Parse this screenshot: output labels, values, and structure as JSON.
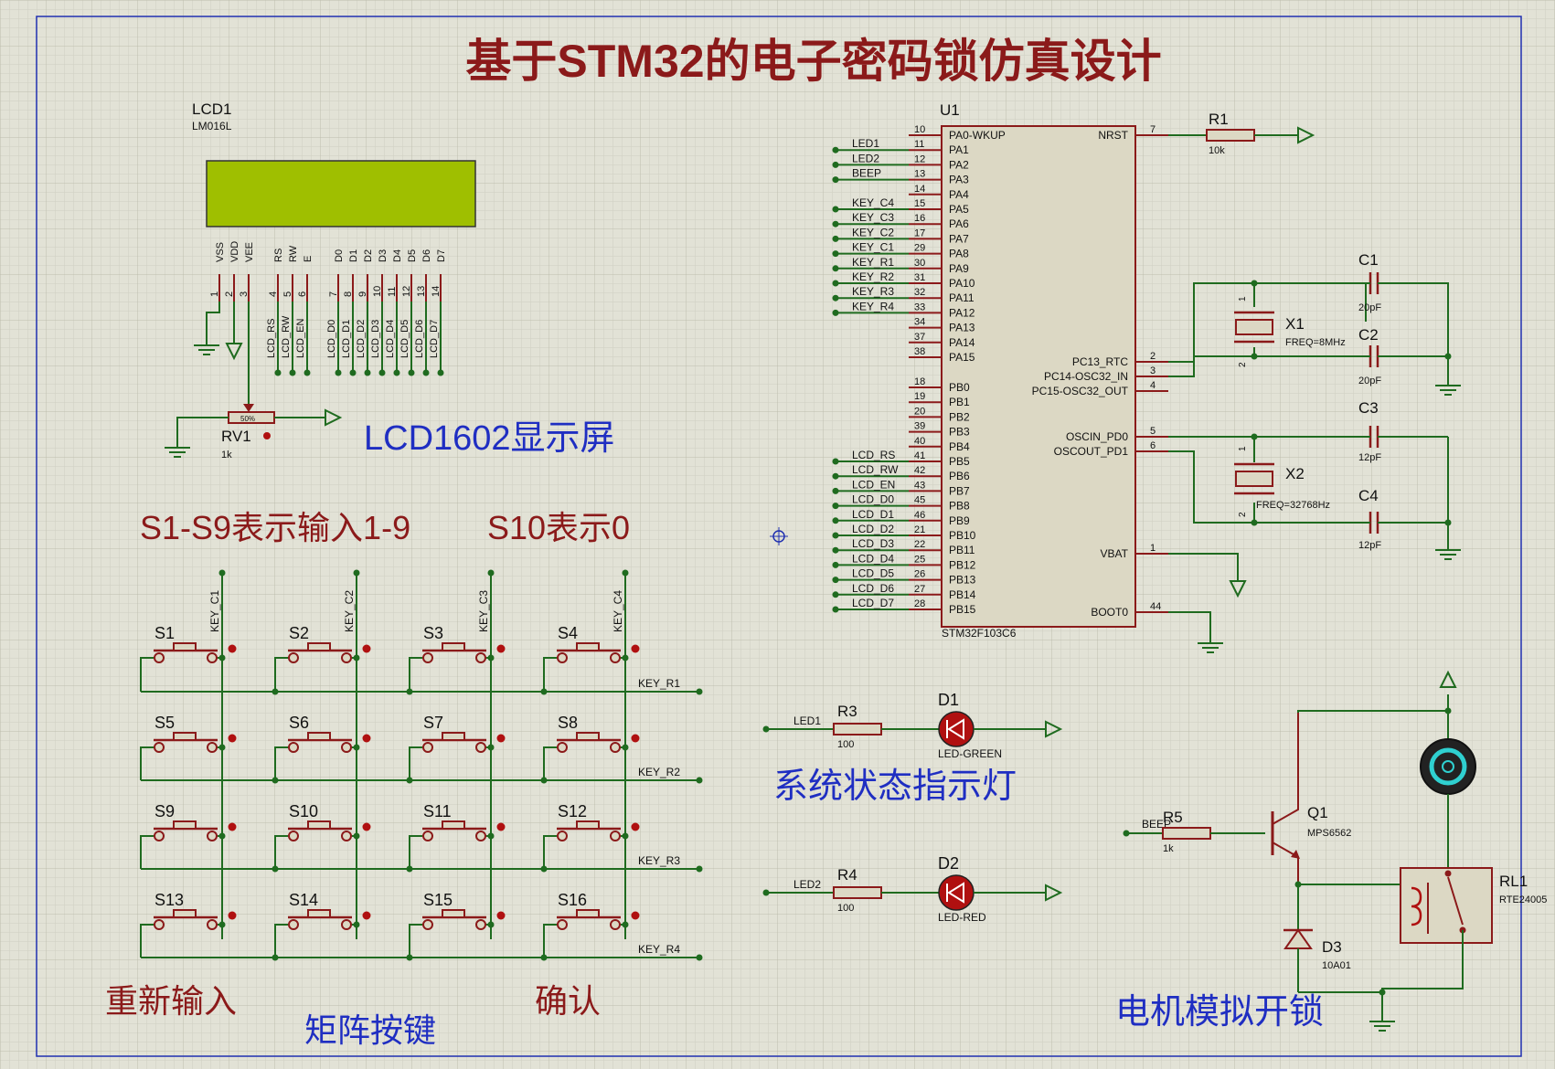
{
  "title": "基于STM32的电子密码锁仿真设计",
  "captions": {
    "lcd": "LCD1602显示屏",
    "keys_input": "S1-S9表示输入1-9",
    "key_zero": "S10表示0",
    "reinput": "重新输入",
    "matrix": "矩阵按键",
    "confirm": "确认",
    "status": "系统状态指示灯",
    "motor": "电机模拟开锁"
  },
  "lcd": {
    "ref": "LCD1",
    "model": "LM016L",
    "pin_names": [
      "VSS",
      "VDD",
      "VEE",
      "RS",
      "RW",
      "E",
      "D0",
      "D1",
      "D2",
      "D3",
      "D4",
      "D5",
      "D6",
      "D7"
    ],
    "pin_numbers": [
      "1",
      "2",
      "3",
      "4",
      "5",
      "6",
      "7",
      "8",
      "9",
      "10",
      "11",
      "12",
      "13",
      "14"
    ],
    "net_labels": [
      "LCD_RS",
      "LCD_RW",
      "LCD_EN",
      "LCD_D0",
      "LCD_D1",
      "LCD_D2",
      "LCD_D3",
      "LCD_D4",
      "LCD_D5",
      "LCD_D6",
      "LCD_D7"
    ]
  },
  "rv1": {
    "ref": "RV1",
    "value": "1k",
    "setting": "50%"
  },
  "mcu": {
    "ref": "U1",
    "model": "STM32F103C6",
    "left_pins": [
      {
        "num": "10",
        "name": "PA0-WKUP",
        "net": ""
      },
      {
        "num": "11",
        "name": "PA1",
        "net": "LED1"
      },
      {
        "num": "12",
        "name": "PA2",
        "net": "LED2"
      },
      {
        "num": "13",
        "name": "PA3",
        "net": "BEEP"
      },
      {
        "num": "14",
        "name": "PA4",
        "net": ""
      },
      {
        "num": "15",
        "name": "PA5",
        "net": "KEY_C4"
      },
      {
        "num": "16",
        "name": "PA6",
        "net": "KEY_C3"
      },
      {
        "num": "17",
        "name": "PA7",
        "net": "KEY_C2"
      },
      {
        "num": "29",
        "name": "PA8",
        "net": "KEY_C1"
      },
      {
        "num": "30",
        "name": "PA9",
        "net": "KEY_R1"
      },
      {
        "num": "31",
        "name": "PA10",
        "net": "KEY_R2"
      },
      {
        "num": "32",
        "name": "PA11",
        "net": "KEY_R3"
      },
      {
        "num": "33",
        "name": "PA12",
        "net": "KEY_R4"
      },
      {
        "num": "34",
        "name": "PA13",
        "net": ""
      },
      {
        "num": "37",
        "name": "PA14",
        "net": ""
      },
      {
        "num": "38",
        "name": "PA15",
        "net": ""
      },
      {
        "num": "18",
        "name": "PB0",
        "net": ""
      },
      {
        "num": "19",
        "name": "PB1",
        "net": ""
      },
      {
        "num": "20",
        "name": "PB2",
        "net": ""
      },
      {
        "num": "39",
        "name": "PB3",
        "net": ""
      },
      {
        "num": "40",
        "name": "PB4",
        "net": ""
      },
      {
        "num": "41",
        "name": "PB5",
        "net": "LCD_RS"
      },
      {
        "num": "42",
        "name": "PB6",
        "net": "LCD_RW"
      },
      {
        "num": "43",
        "name": "PB7",
        "net": "LCD_EN"
      },
      {
        "num": "45",
        "name": "PB8",
        "net": "LCD_D0"
      },
      {
        "num": "46",
        "name": "PB9",
        "net": "LCD_D1"
      },
      {
        "num": "21",
        "name": "PB10",
        "net": "LCD_D2"
      },
      {
        "num": "22",
        "name": "PB11",
        "net": "LCD_D3"
      },
      {
        "num": "25",
        "name": "PB12",
        "net": "LCD_D4"
      },
      {
        "num": "26",
        "name": "PB13",
        "net": "LCD_D5"
      },
      {
        "num": "27",
        "name": "PB14",
        "net": "LCD_D6"
      },
      {
        "num": "28",
        "name": "PB15",
        "net": "LCD_D7"
      }
    ],
    "right_pins": [
      {
        "num": "7",
        "name": "NRST"
      },
      {
        "num": "2",
        "name": "PC13_RTC"
      },
      {
        "num": "3",
        "name": "PC14-OSC32_IN"
      },
      {
        "num": "4",
        "name": "PC15-OSC32_OUT"
      },
      {
        "num": "5",
        "name": "OSCIN_PD0"
      },
      {
        "num": "6",
        "name": "OSCOUT_PD1"
      },
      {
        "num": "1",
        "name": "VBAT"
      },
      {
        "num": "44",
        "name": "BOOT0"
      }
    ]
  },
  "components": {
    "r1": {
      "ref": "R1",
      "value": "10k"
    },
    "c1": {
      "ref": "C1",
      "value": "20pF"
    },
    "c2": {
      "ref": "C2",
      "value": "20pF"
    },
    "c3": {
      "ref": "C3",
      "value": "12pF"
    },
    "c4": {
      "ref": "C4",
      "value": "12pF"
    },
    "x1": {
      "ref": "X1",
      "freq": "FREQ=8MHz"
    },
    "x2": {
      "ref": "X2",
      "freq": "FREQ=32768Hz"
    },
    "r3": {
      "ref": "R3",
      "value": "100",
      "net": "LED1"
    },
    "r4": {
      "ref": "R4",
      "value": "100",
      "net": "LED2"
    },
    "d1": {
      "ref": "D1",
      "model": "LED-GREEN"
    },
    "d2": {
      "ref": "D2",
      "model": "LED-RED"
    },
    "r5": {
      "ref": "R5",
      "value": "1k",
      "net": "BEEP"
    },
    "q1": {
      "ref": "Q1",
      "model": "MPS6562"
    },
    "d3": {
      "ref": "D3",
      "model": "10A01"
    },
    "rl1": {
      "ref": "RL1",
      "model": "RTE24005"
    }
  },
  "keypad": {
    "switches": [
      "S1",
      "S2",
      "S3",
      "S4",
      "S5",
      "S6",
      "S7",
      "S8",
      "S9",
      "S10",
      "S11",
      "S12",
      "S13",
      "S14",
      "S15",
      "S16"
    ],
    "col_nets": [
      "KEY_C1",
      "KEY_C2",
      "KEY_C3",
      "KEY_C4"
    ],
    "row_nets": [
      "KEY_R1",
      "KEY_R2",
      "KEY_R3",
      "KEY_R4"
    ]
  },
  "pin_labels": {
    "pin1": "1",
    "pin2": "2"
  },
  "colors": {
    "wire": "#1f6b1f",
    "body": "#8b1a1a",
    "fill": "#dcd8c4",
    "lcd": "#9fbf00",
    "text": "#111111"
  }
}
